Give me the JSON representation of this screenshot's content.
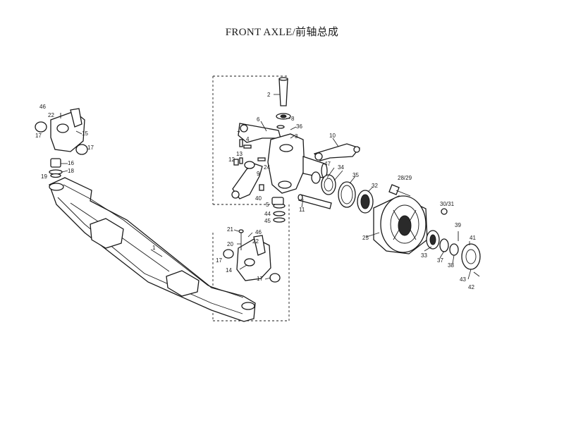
{
  "title": "FRONT AXLE/前轴总成",
  "callouts": {
    "c1": "1",
    "c2": "2",
    "c3": "3",
    "c4": "4",
    "c5": "5",
    "c6": "6",
    "c7": "7",
    "c8": "8",
    "c9": "9",
    "c10": "10",
    "c11": "11",
    "c12": "12",
    "c13": "13",
    "c14": "14",
    "c15": "15",
    "c16": "16",
    "c17a": "17",
    "c17b": "17",
    "c17c": "17",
    "c17d": "17",
    "c18": "18",
    "c19": "19",
    "c20": "20",
    "c21": "21",
    "c22a": "22",
    "c22b": "22",
    "c24": "24",
    "c25": "25",
    "c28": "28/29",
    "c30": "30/31",
    "c32": "32",
    "c33": "33",
    "c34": "34",
    "c35": "35",
    "c36": "36",
    "c37": "37",
    "c38": "38",
    "c39": "39",
    "c40": "40",
    "c41": "41",
    "c42": "42",
    "c43": "43",
    "c44": "44",
    "c45": "45",
    "c46a": "46",
    "c46b": "46",
    "c47": "47"
  }
}
